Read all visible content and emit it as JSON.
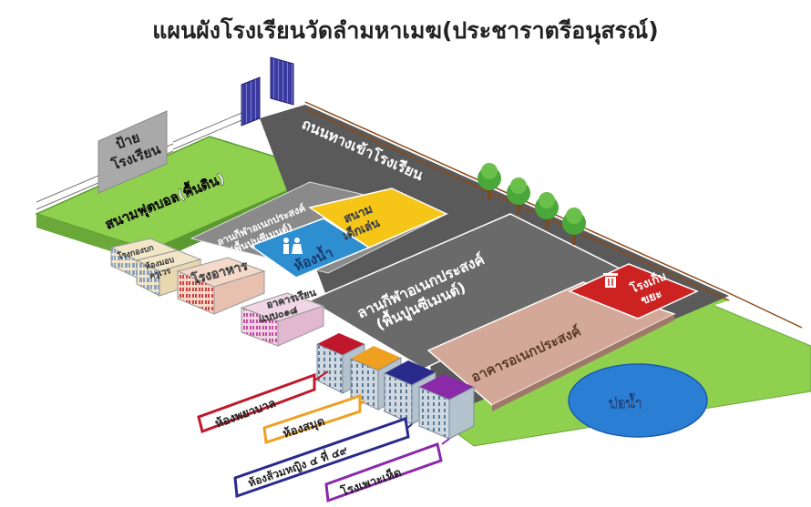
{
  "title": "แผนผังโรงเรียนวัดลำมหาเมฆ(ประชาราตรีอนุสรณ์)",
  "map": {
    "sign": [
      "ป้าย",
      "โรงเรียน"
    ],
    "road": "ถนนทางเข้าโรงเรียน",
    "football": "สนามฟุตบอล(พื้นดิน)",
    "court_small": [
      "ลานกีฬาอเนกประสงค์",
      "(พื้นปูนซีเมนต์)"
    ],
    "playground": [
      "สนาม",
      "เด็กเล่น"
    ],
    "restroom": "ห้องน้ำ",
    "building_small1": "โรงกองบก",
    "building_small2": [
      "ห้องมอบ",
      "ครูเวร"
    ],
    "cafeteria": "โรงอาหาร",
    "building_main": [
      "อาคารเรียน",
      "แบบ๐๑๘"
    ],
    "court_main": [
      "ลานกีฬาอเนกประสงค์",
      "(พื้นปูนซีเมนต์)"
    ],
    "garbage": [
      "โรงเก็บ",
      "ขยะ"
    ],
    "multipurpose": "อาคารอเนกประสงค์",
    "pond": "บ่อน้ำ"
  },
  "callouts": [
    {
      "label": "ห้องพยาบาล",
      "color": "#c0182a"
    },
    {
      "label": "ห้องสมุด",
      "color": "#f0a020"
    },
    {
      "label": "ห้องส้วมหญิง ๔ ที่ ๔๙",
      "color": "#2a2a8c"
    },
    {
      "label": "โรงเพาะเห็ด",
      "color": "#8a2aa8"
    }
  ],
  "colors": {
    "grass": "#8fd14f",
    "road": "#5a5a5a",
    "court": "#6a6a6a",
    "playground": "#f5c518",
    "restroom": "#2e8fd0",
    "garbage": "#cc2222",
    "multipurpose": "#d4a898",
    "pond": "#2a7fd4"
  }
}
